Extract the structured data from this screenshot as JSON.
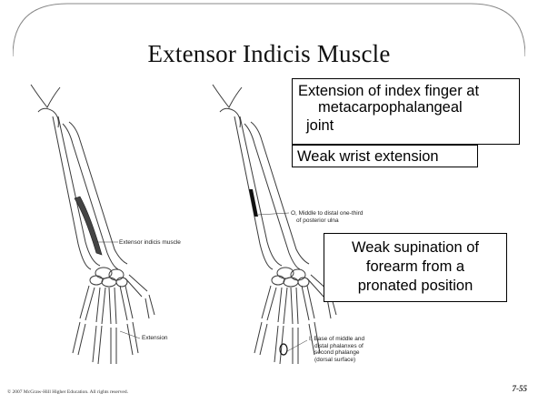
{
  "slide": {
    "title": "Extensor Indicis Muscle",
    "actions": {
      "index_lines": [
        "Extension of index finger at",
        "metacarpophalangeal",
        "joint"
      ],
      "wrist": "Weak wrist extension",
      "supination_lines": [
        "Weak supination of",
        "forearm from a",
        "pronated position"
      ]
    },
    "left_figure": {
      "muscle_label": "Extensor indicis muscle",
      "movement_label": "Extension"
    },
    "right_figure": {
      "origin_lines": [
        "O, Middle to distal one-third",
        "of posterior ulna"
      ],
      "insertion_lines": [
        "I, Base of middle and",
        "distal phalanxes of",
        "second phalange",
        "(dorsal surface)"
      ]
    },
    "footer": "© 2007 McGraw-Hill Higher Education. All rights reserved.",
    "page_number": "7-55"
  },
  "colors": {
    "bone_stroke": "#3a3a3a",
    "muscle_dark": "#1a1a1a",
    "text": "#000000"
  }
}
